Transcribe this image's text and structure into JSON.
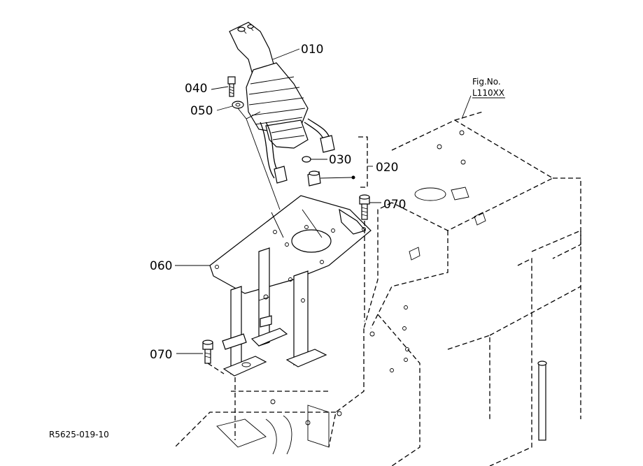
{
  "figure": {
    "fig_no_label": "Fig.No.",
    "fig_no_value": "L110XX",
    "drawing_code": "R5625-019-10"
  },
  "callouts": {
    "c010": "010",
    "c020": "020",
    "c030": "030",
    "c040": "040",
    "c050": "050",
    "c060": "060",
    "c070_top": "070",
    "c070_left": "070"
  }
}
